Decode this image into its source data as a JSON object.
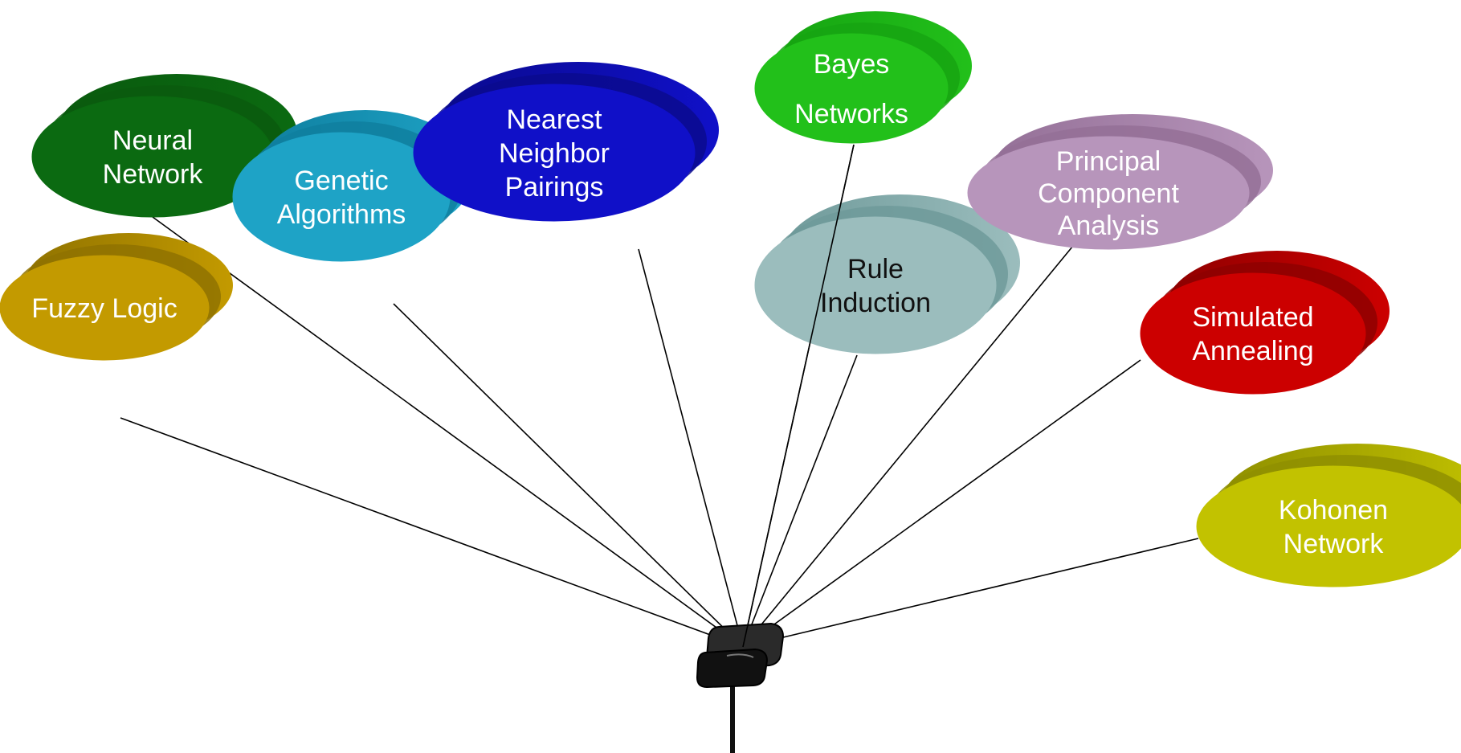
{
  "colors": {
    "background": "#ffffff",
    "connector": "#000000",
    "hub": "#111111"
  },
  "balloons": [
    {
      "id": "neural-network",
      "lines": [
        "Neural",
        "Network"
      ],
      "color": "#0b6a11",
      "shadow": "#0a5a0e",
      "text_color": "#ffffff"
    },
    {
      "id": "fuzzy-logic",
      "lines": [
        "Fuzzy Logic"
      ],
      "color": "#c39a00",
      "shadow": "#8f7200",
      "text_color": "#ffffff"
    },
    {
      "id": "genetic-algorithms",
      "lines": [
        "Genetic",
        "Algorithms"
      ],
      "color": "#1ea3c6",
      "shadow": "#0f7f9f",
      "text_color": "#ffffff"
    },
    {
      "id": "nearest-neighbor-pairings",
      "lines": [
        "Nearest",
        "Neighbor",
        "Pairings"
      ],
      "color": "#1010c8",
      "shadow": "#0a0a8e",
      "text_color": "#ffffff"
    },
    {
      "id": "bayes-networks",
      "lines": [
        "Bayes",
        "Networks"
      ],
      "color": "#22c01a",
      "shadow": "#16a412",
      "text_color": "#ffffff"
    },
    {
      "id": "rule-induction",
      "lines": [
        "Rule",
        "Induction"
      ],
      "color": "#9bbdbd",
      "shadow": "#6f9a9a",
      "text_color": "#111111"
    },
    {
      "id": "principal-component-analysis",
      "lines": [
        "Principal",
        "Component",
        "Analysis"
      ],
      "color": "#b795bb",
      "shadow": "#947097",
      "text_color": "#ffffff"
    },
    {
      "id": "simulated-annealing",
      "lines": [
        "Simulated",
        "Annealing"
      ],
      "color": "#cc0000",
      "shadow": "#8e0000",
      "text_color": "#ffffff"
    },
    {
      "id": "kohonen-network",
      "lines": [
        "Kohonen",
        "Network"
      ],
      "color": "#c2c200",
      "shadow": "#8f8f00",
      "text_color": "#ffffff"
    }
  ]
}
